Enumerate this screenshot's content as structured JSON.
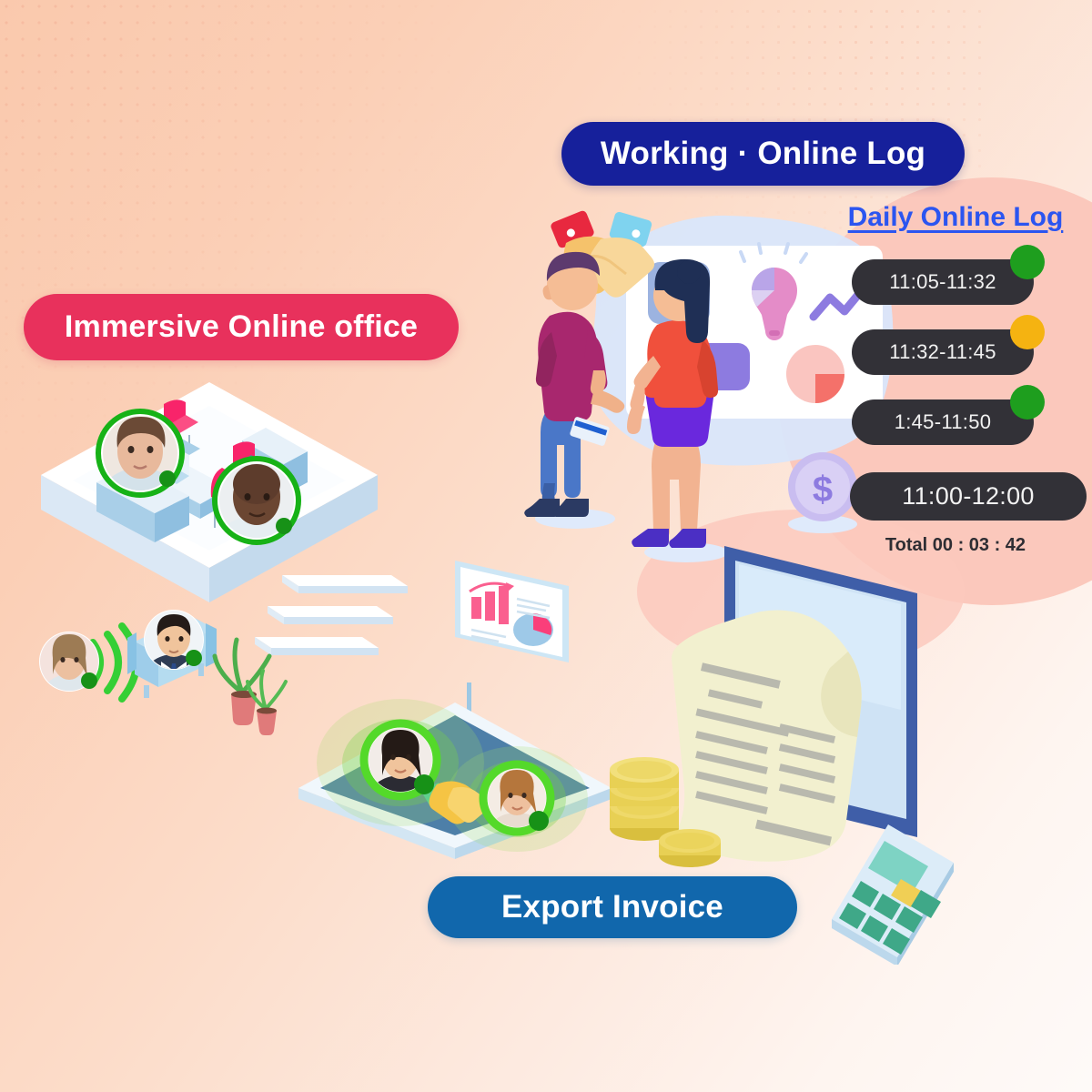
{
  "background": {
    "gradient_from": "#FAC9AD",
    "gradient_to": "#FEFAF8",
    "blob_color": "#FBC8BC"
  },
  "badges": {
    "immersive": {
      "label": "Immersive Online office",
      "color": "#E8315C",
      "text_color": "#FFFFFF"
    },
    "working": {
      "label": "Working · Online Log",
      "color": "#16209B",
      "text_color": "#FFFFFF"
    },
    "export": {
      "label": "Export Invoice",
      "color": "#1167AC",
      "text_color": "#FFFFFF"
    }
  },
  "log_panel": {
    "title": "Daily Online Log",
    "title_color": "#2B55F0",
    "pill_color": "#323137",
    "entries": [
      {
        "time": "11:05-11:32",
        "status": "online",
        "status_color": "#1E9E1E"
      },
      {
        "time": "11:32-11:45",
        "status": "away",
        "status_color": "#F5B311"
      },
      {
        "time": "1:45-11:50",
        "status": "online",
        "status_color": "#1E9E1E"
      },
      {
        "time": "11:00-12:00",
        "status": "none",
        "status_color": ""
      }
    ],
    "total": "Total 00 : 03 : 42"
  },
  "scenes": {
    "office_platform": {
      "name": "Immersive isometric office",
      "avatars": [
        "woman-short-hair",
        "bald-man"
      ],
      "objects": [
        "desk",
        "pink-chair",
        "laptop",
        "partition"
      ]
    },
    "lobby": {
      "name": "Sofa lounge with wifi call",
      "avatars": [
        "woman-blonde",
        "man-suit"
      ],
      "objects": [
        "wifi-waves",
        "blue-sofa",
        "potted-plant"
      ]
    },
    "meeting_pool": {
      "name": "Virtual meeting platform",
      "avatars": [
        "woman-asian",
        "woman-curly"
      ],
      "objects": [
        "handshake",
        "presentation-board",
        "radar-rings"
      ]
    },
    "handshake_people": {
      "name": "Two people shaking hands",
      "board_items": [
        "lightbulb",
        "line-chart",
        "pie-chart",
        "cards"
      ],
      "objects": [
        "dollar-coin"
      ]
    },
    "invoice": {
      "name": "Monitor with invoice document",
      "objects": [
        "monitor",
        "invoice-paper",
        "coin-stack",
        "calculator"
      ]
    }
  }
}
